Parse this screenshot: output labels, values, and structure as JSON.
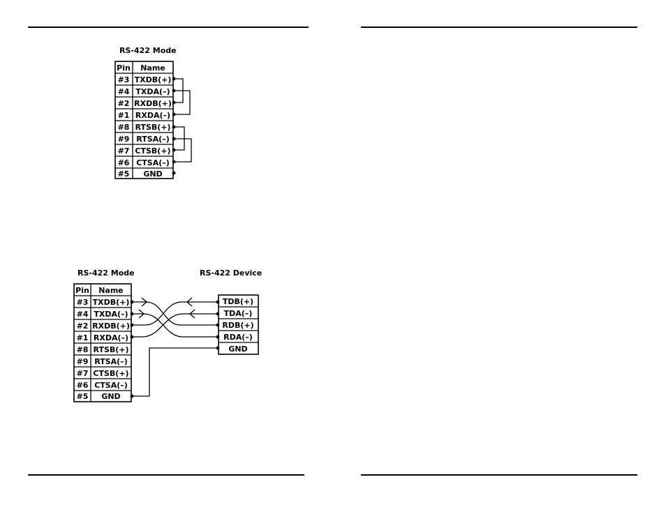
{
  "diagram1": {
    "title": "RS-422 Mode",
    "header": {
      "pin": "Pin",
      "name": "Name"
    },
    "rows": [
      {
        "pin": "#3",
        "name": "TXDB(+)"
      },
      {
        "pin": "#4",
        "name": "TXDA(–)"
      },
      {
        "pin": "#2",
        "name": "RXDB(+)"
      },
      {
        "pin": "#1",
        "name": "RXDA(–)"
      },
      {
        "pin": "#8",
        "name": "RTSB(+)"
      },
      {
        "pin": "#9",
        "name": "RTSA(–)"
      },
      {
        "pin": "#7",
        "name": "CTSB(+)"
      },
      {
        "pin": "#6",
        "name": "CTSA(–)"
      },
      {
        "pin": "#5",
        "name": "GND"
      }
    ]
  },
  "diagram2": {
    "left_title": "RS-422 Mode",
    "right_title": "RS-422 Device",
    "header": {
      "pin": "Pin",
      "name": "Name"
    },
    "rows": [
      {
        "pin": "#3",
        "name": "TXDB(+)"
      },
      {
        "pin": "#4",
        "name": "TXDA(–)"
      },
      {
        "pin": "#2",
        "name": "RXDB(+)"
      },
      {
        "pin": "#1",
        "name": "RXDA(–)"
      },
      {
        "pin": "#8",
        "name": "RTSB(+)"
      },
      {
        "pin": "#9",
        "name": "RTSA(–)"
      },
      {
        "pin": "#7",
        "name": "CTSB(+)"
      },
      {
        "pin": "#6",
        "name": "CTSA(–)"
      },
      {
        "pin": "#5",
        "name": "GND"
      }
    ],
    "device_rows": [
      "TDB(+)",
      "TDA(–)",
      "RDB(+)",
      "RDA(–)",
      "GND"
    ]
  }
}
